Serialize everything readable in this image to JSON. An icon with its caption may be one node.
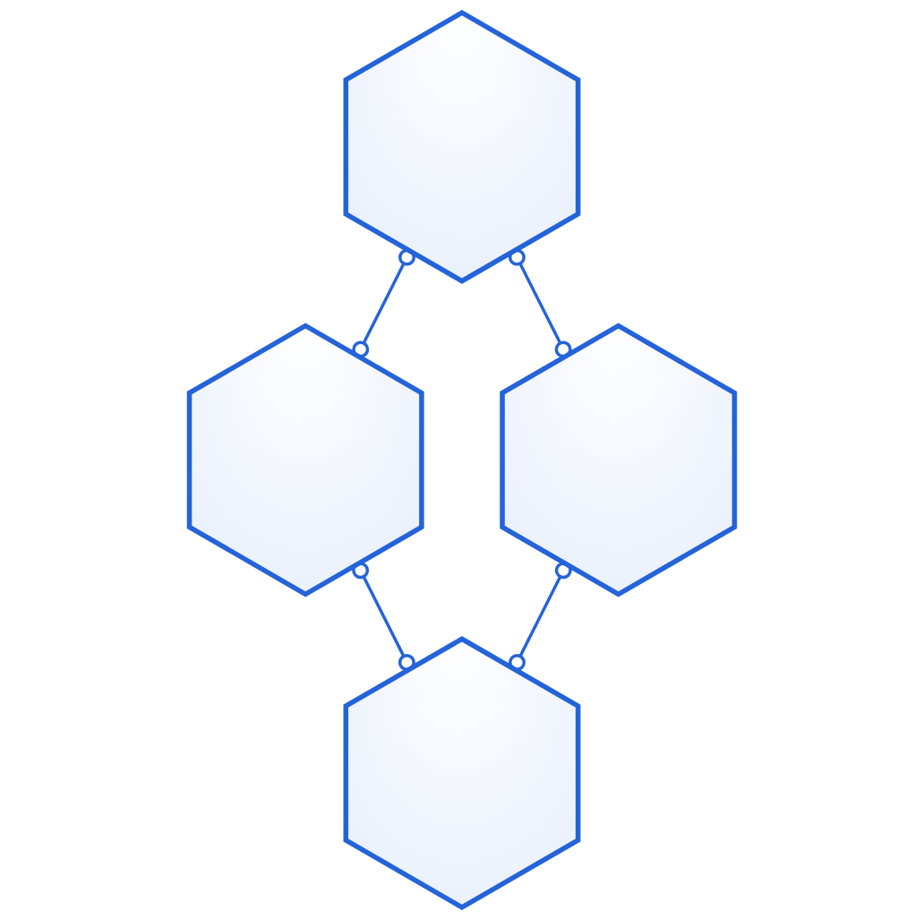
{
  "diagram": {
    "nodes": [
      {
        "text": [],
        "shape": "hexagon"
      },
      {
        "text": [],
        "shape": "hexagon"
      },
      {
        "text": [],
        "shape": "hexagon"
      },
      {
        "text": [],
        "shape": "hexagon"
      }
    ],
    "edges": [
      {
        "from": 0,
        "to": 1,
        "arrow": "other"
      },
      {
        "from": 0,
        "to": 2,
        "arrow": "other"
      },
      {
        "from": 1,
        "to": 3,
        "arrow": "other"
      },
      {
        "from": 2,
        "to": 3,
        "arrow": "other"
      }
    ]
  }
}
